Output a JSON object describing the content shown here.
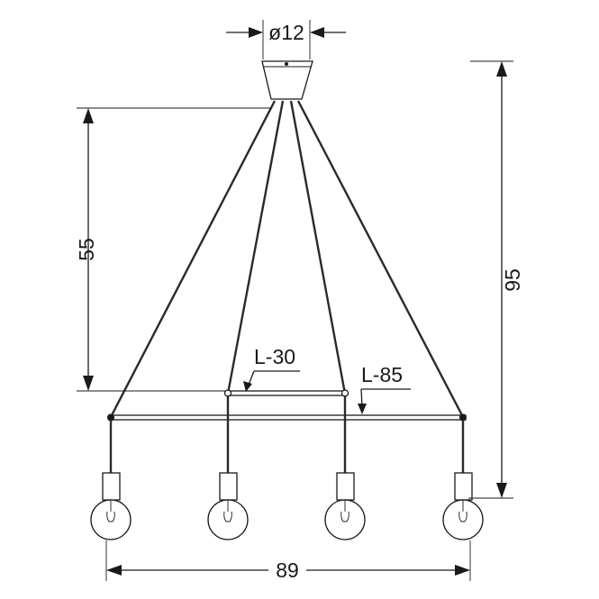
{
  "dimensions": {
    "canopy_diameter": "ø12",
    "upper_height": "55",
    "total_height": "95",
    "total_width": "89",
    "short_bar_length": "L-30",
    "long_bar_length": "L-85"
  },
  "colors": {
    "line": "#1a1a1a",
    "background": "#ffffff"
  }
}
